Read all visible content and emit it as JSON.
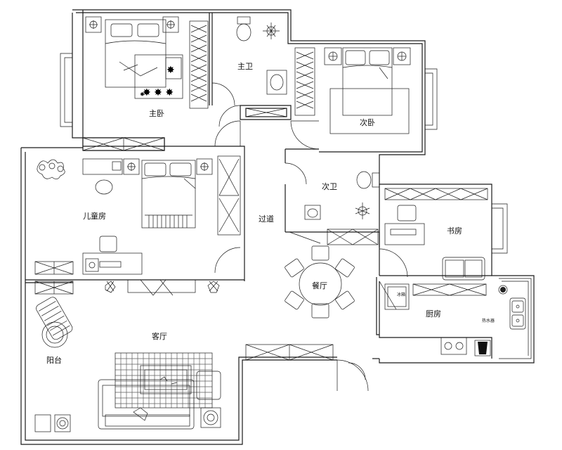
{
  "rooms": {
    "master_bedroom": "主卧",
    "master_bath": "主卫",
    "second_bedroom": "次卧",
    "children_room": "儿童房",
    "corridor": "过道",
    "second_bath": "次卫",
    "study": "书房",
    "dining": "餐厅",
    "living": "客厅",
    "balcony": "阳台",
    "kitchen": "厨房"
  },
  "fixtures": {
    "fridge": "冰箱",
    "heater": "热水器"
  }
}
